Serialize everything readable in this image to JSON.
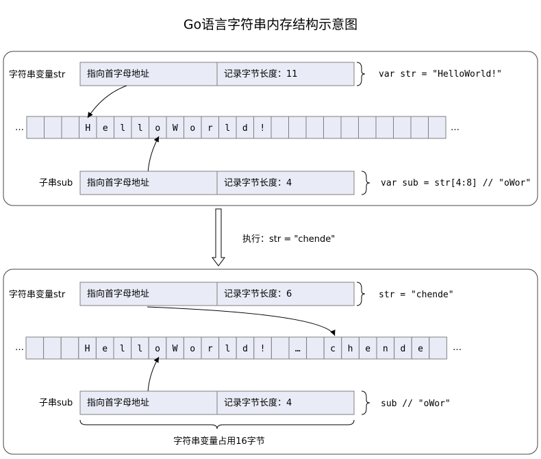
{
  "title": "Go语言字符串内存结构示意图",
  "field_labels": {
    "pointer": "指向首字母地址"
  },
  "before": {
    "str_var_label": "字符串变量str",
    "str_len_label": "记录字节长度：11",
    "str_code": "var str = \"HelloWorld!\"",
    "sub_var_label": "子串sub",
    "sub_len_label": "记录字节长度：4",
    "sub_code": "var sub = str[4:8] // \"oWor\"",
    "memory_cells": [
      "",
      "",
      "",
      "H",
      "e",
      "l",
      "l",
      "o",
      "W",
      "o",
      "r",
      "l",
      "d",
      "!",
      "",
      "",
      "",
      "",
      "",
      "",
      "",
      "",
      "",
      ""
    ],
    "ellipsis_left": "…",
    "ellipsis_right": "…"
  },
  "transition": {
    "label": "执行：str = \"chende\""
  },
  "after": {
    "str_var_label": "字符串变量str",
    "str_len_label": "记录字节长度：6",
    "str_code": "str = \"chende\"",
    "sub_var_label": "子串sub",
    "sub_len_label": "记录字节长度：4",
    "sub_code": "sub // \"oWor\"",
    "memory_cells": [
      "",
      "",
      "",
      "H",
      "e",
      "l",
      "l",
      "o",
      "W",
      "o",
      "r",
      "l",
      "d",
      "!",
      "",
      "…",
      "",
      "c",
      "h",
      "e",
      "n",
      "d",
      "e",
      ""
    ],
    "ellipsis_left": "…",
    "ellipsis_right": "…",
    "size_note": "字符串变量占用16字节"
  }
}
